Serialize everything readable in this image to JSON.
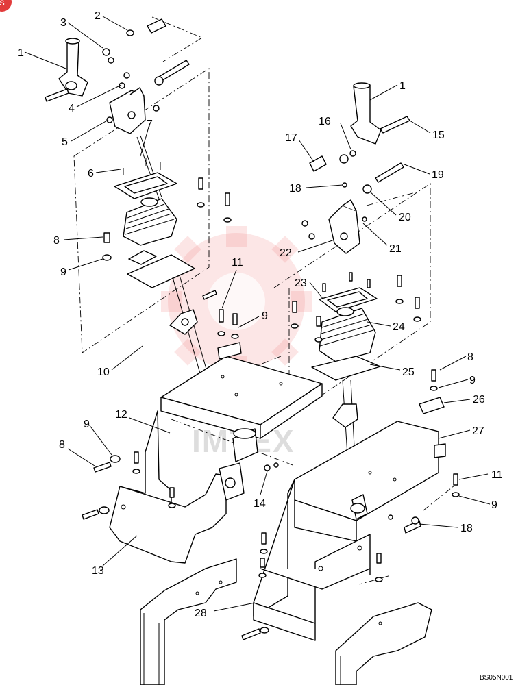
{
  "labels": {
    "l1a": "1",
    "l2": "2",
    "l3": "3",
    "l4": "4",
    "l5": "5",
    "l6": "6",
    "l7": "7",
    "l8a": "8",
    "l9a": "9",
    "l10": "10",
    "l11a": "11",
    "l9b": "9",
    "l12": "12",
    "l9c": "9",
    "l8b": "8",
    "l13": "13",
    "l14": "14",
    "l1b": "1",
    "l16": "16",
    "l15": "15",
    "l17": "17",
    "l19": "19",
    "l18a": "18",
    "l20": "20",
    "l21": "21",
    "l22": "22",
    "l23": "23",
    "l24": "24",
    "l25": "25",
    "l8c": "8",
    "l9d": "9",
    "l26": "26",
    "l27": "27",
    "l11b": "11",
    "l9e": "9",
    "l18b": "18",
    "l28": "28"
  },
  "watermark": "IMTEX",
  "reference": "BS05N001",
  "corner_badge": "S",
  "colors": {
    "line": "#000000",
    "watermark_gear": "#f28b8b",
    "badge": "#e23c3c"
  }
}
